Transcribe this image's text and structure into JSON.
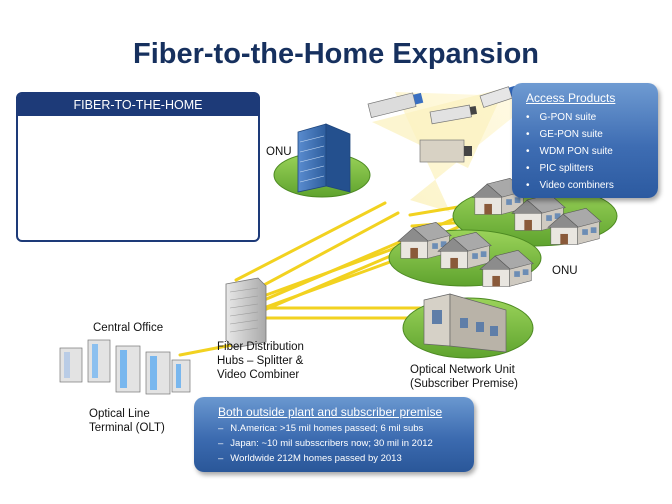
{
  "title": "Fiber-to-the-Home Expansion",
  "ftth_box": {
    "header": "FIBER-TO-THE-HOME"
  },
  "access_products": {
    "heading": "Access Products",
    "items": [
      "G-PON suite",
      "GE-PON suite",
      "WDM PON suite",
      "PIC splitters",
      "Video combiners"
    ]
  },
  "labels": {
    "onu_top": "ONU",
    "onu_right": "ONU",
    "central_office": "Central Office",
    "olt_line1": "Optical Line",
    "olt_line2": "Terminal (OLT)",
    "hub_line1": "Fiber Distribution",
    "hub_line2": "Hubs – Splitter &",
    "hub_line3": "Video Combiner",
    "onu_premise_line1": "Optical Network Unit",
    "onu_premise_line2": "(Subscriber Premise)"
  },
  "both_panel": {
    "heading_underlined": "Both",
    "heading_rest": " outside plant and subscriber premise",
    "items": [
      "N.America:  >15 mil homes passed; 6 mil  subs",
      "Japan: ~10 mil subsscribers now; 30 mil in 2012",
      "Worldwide 212M homes passed by 2013"
    ]
  },
  "colors": {
    "title": "#16305e",
    "fiber": "#f2d220",
    "grass": "#7cc142",
    "house_roof": "#8c8c8c",
    "panel_blue": "#3e6db3",
    "beam": "#fbf2c0"
  }
}
